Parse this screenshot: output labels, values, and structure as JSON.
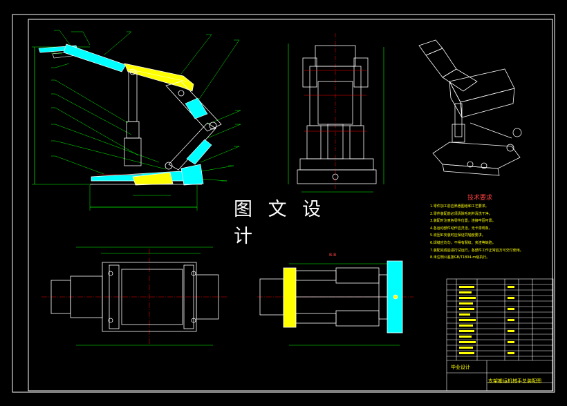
{
  "watermark": "图 文 设 计",
  "technical_requirements": {
    "title": "技术要求",
    "items": [
      "1.零件加工前应熟悉图纸和工艺要求。",
      "2.零件装配前必须清除毛刺并清洗干净。",
      "3.装配时注意各零件位置，连接牢固可靠。",
      "4.各运动部件动作应灵活，无卡滞现象。",
      "5.液压缸安装时应保证同轴度要求。",
      "6.焊缝应均匀，不得有裂纹、夹渣等缺陷。",
      "7.装配完成后进行试运行，各部件工作正常后方可交付使用。",
      "8.未注明公差按GB/T1804-m级执行。"
    ]
  },
  "section_label": "B-B",
  "title_block": {
    "left_label": "毕业设计",
    "drawing_title": "支架搬运机械手总装配图"
  },
  "colors": {
    "background": "#000000",
    "outline": "#ffffff",
    "cyan": "#00ffff",
    "yellow": "#ffff00",
    "green": "#00ff00",
    "red": "#ff0000"
  }
}
